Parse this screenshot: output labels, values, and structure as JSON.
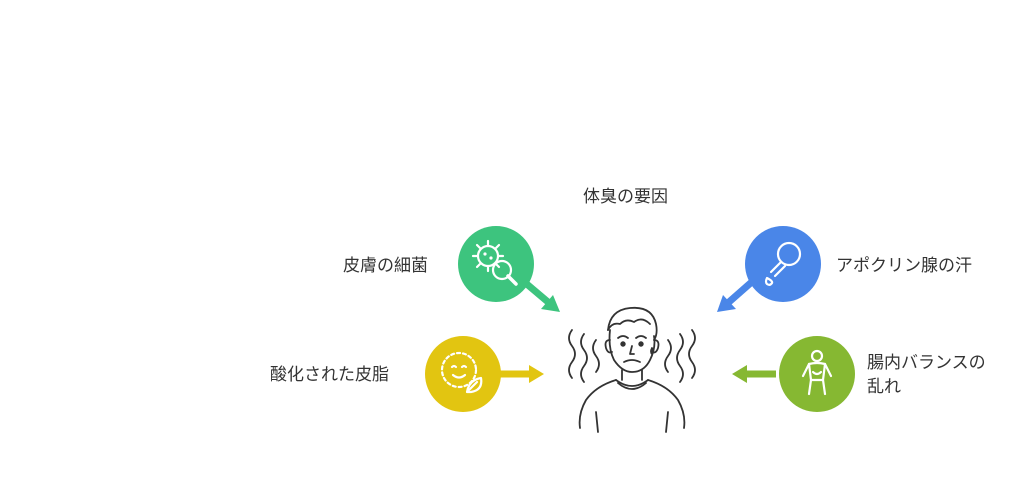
{
  "title": "体臭の要因",
  "factors": [
    {
      "label": "皮膚の細菌",
      "color": "#3dc47e",
      "icon": "bacteria-magnifier-icon"
    },
    {
      "label": "アポクリン腺の汗",
      "color": "#4a86e8",
      "icon": "sweat-gland-droplet-icon"
    },
    {
      "label": "酸化された皮脂",
      "color": "#e2c511",
      "icon": "face-leaf-icon"
    },
    {
      "label_line1": "腸内バランスの",
      "label_line2": "乱れ",
      "color": "#86b832",
      "icon": "stomach-person-icon"
    }
  ],
  "center": {
    "icon": "sweating-person-icon"
  }
}
